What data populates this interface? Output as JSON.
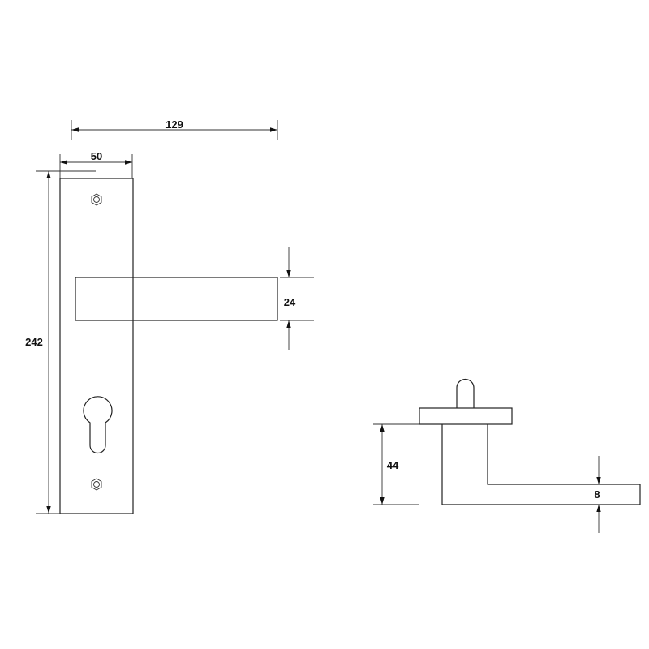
{
  "dimensions": {
    "overall_width": "129",
    "plate_width": "50",
    "plate_height": "242",
    "lever_height": "24",
    "rose_projection": "44",
    "lever_thickness": "8"
  },
  "colors": {
    "line": "#222222",
    "background": "#ffffff"
  }
}
